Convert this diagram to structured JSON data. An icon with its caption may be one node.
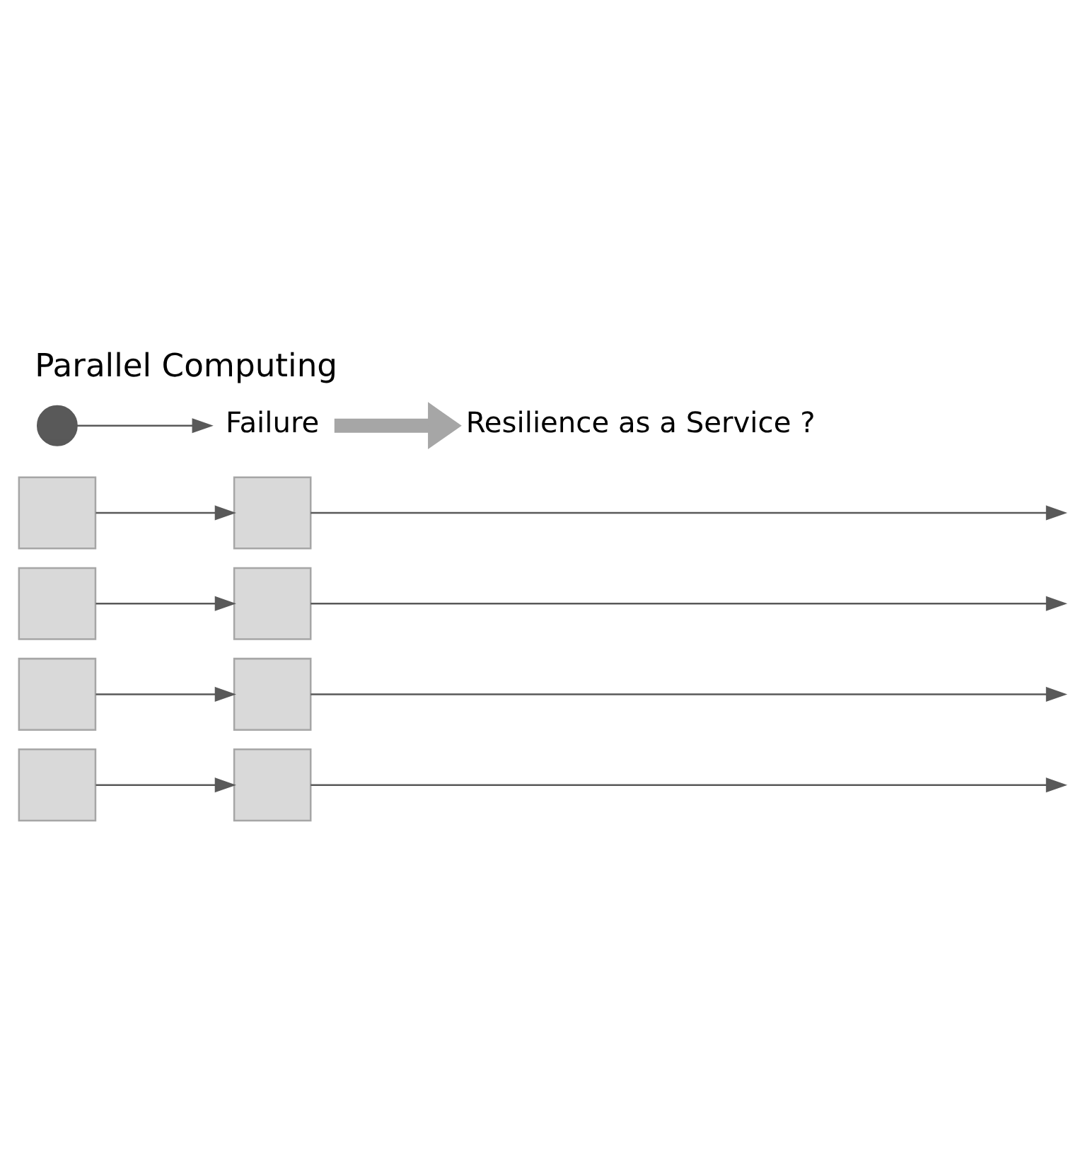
{
  "diagram": {
    "title": "Parallel Computing",
    "nodes": [
      {
        "text": [],
        "shape": "box"
      },
      {
        "text": [],
        "shape": "box"
      },
      {
        "text": [],
        "shape": "box"
      },
      {
        "text": [],
        "shape": "box"
      },
      {
        "text": [],
        "shape": "box"
      },
      {
        "text": [],
        "shape": "box"
      },
      {
        "text": [],
        "shape": "box"
      },
      {
        "text": [],
        "shape": "box"
      },
      {
        "text": [],
        "shape": "cross"
      },
      {
        "text": [
          "Failure"
        ]
      },
      {
        "text": [
          "Resilience as a Service ?"
        ]
      }
    ],
    "edges": [
      {
        "from": 0,
        "to": 4,
        "arrow": "to"
      },
      {
        "from": 1,
        "to": 5,
        "arrow": "to"
      },
      {
        "from": 2,
        "to": 6,
        "arrow": "to"
      },
      {
        "from": 3,
        "to": 7,
        "arrow": "to"
      },
      {
        "from": 4,
        "to": null,
        "arrow": "to"
      },
      {
        "from": 5,
        "to": null,
        "arrow": "to"
      },
      {
        "from": 6,
        "to": null,
        "arrow": "to"
      },
      {
        "from": 7,
        "to": null,
        "arrow": "to"
      },
      {
        "from": 8,
        "to": 9,
        "arrow": "to"
      },
      {
        "from": 9,
        "to": 10,
        "arrow": "to",
        "style": "thick",
        "color": "#a6a6a6"
      }
    ]
  }
}
